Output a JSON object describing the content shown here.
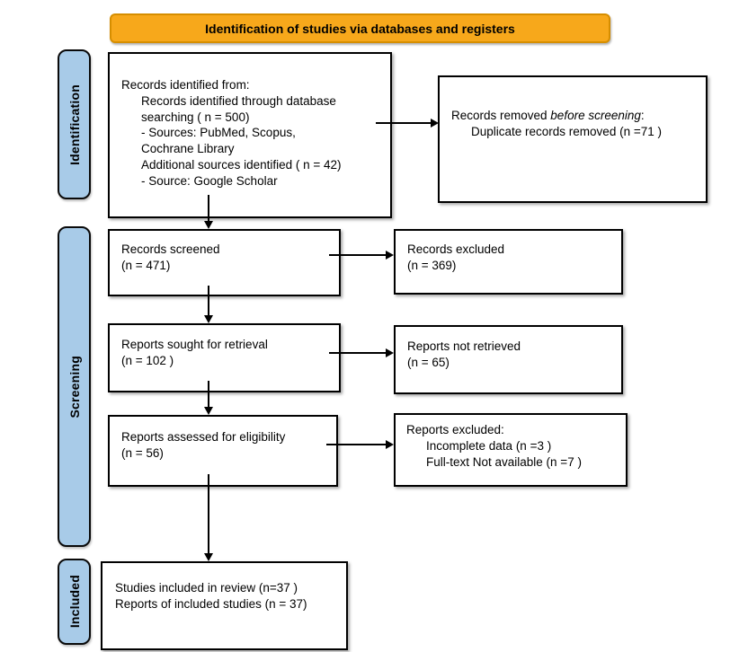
{
  "banner": {
    "label": "Identification of studies via databases and registers"
  },
  "stages": [
    {
      "label": "Identification"
    },
    {
      "label": "Screening"
    },
    {
      "label": "Included"
    }
  ],
  "boxes": {
    "identified": {
      "lines": [
        {
          "text": "Records identified from:"
        },
        {
          "text": "Records identified through database",
          "indent": true
        },
        {
          "text": "searching ( n = 500)",
          "indent": true
        },
        {
          "text": "- Sources: PubMed, Scopus,",
          "indent": true
        },
        {
          "text": "Cochrane Library",
          "indent": true
        },
        {
          "text": "Additional sources identified ( n = 42)",
          "indent": true
        },
        {
          "text": "- Source: Google Scholar",
          "indent": true
        }
      ]
    },
    "removed": {
      "lines": [
        {
          "segments": [
            {
              "text": "Records removed "
            },
            {
              "text": "before screening",
              "italic": true
            },
            {
              "text": ":"
            }
          ]
        },
        {
          "text": "Duplicate records removed  (n =71 )",
          "indent": true
        }
      ]
    },
    "screened": {
      "lines": [
        {
          "text": "Records screened"
        },
        {
          "text": "(n = 471)"
        }
      ]
    },
    "records_excluded": {
      "lines": [
        {
          "text": "Records excluded"
        },
        {
          "text": "(n = 369)"
        }
      ]
    },
    "sought": {
      "lines": [
        {
          "text": "Reports sought for retrieval"
        },
        {
          "text": "(n = 102 )"
        }
      ]
    },
    "not_retrieved": {
      "lines": [
        {
          "text": "Reports not retrieved"
        },
        {
          "text": "(n = 65)"
        }
      ]
    },
    "assessed": {
      "lines": [
        {
          "text": "Reports assessed for eligibility"
        },
        {
          "text": "(n = 56)"
        }
      ]
    },
    "reports_excluded": {
      "lines": [
        {
          "text": "Reports excluded:"
        },
        {
          "text": "Incomplete data (n =3 )",
          "indent": true
        },
        {
          "text": "Full-text Not available (n =7 )",
          "indent": true
        }
      ]
    },
    "included": {
      "lines": [
        {
          "text": "Studies included in review (n=37 )"
        },
        {
          "text": "Reports of included studies (n = 37)"
        }
      ]
    }
  },
  "colors": {
    "banner_fill": "#F7A81B",
    "banner_border": "#D68E00",
    "stage_fill": "#A8CBE8",
    "box_border": "#000000",
    "arrow": "#000000"
  }
}
